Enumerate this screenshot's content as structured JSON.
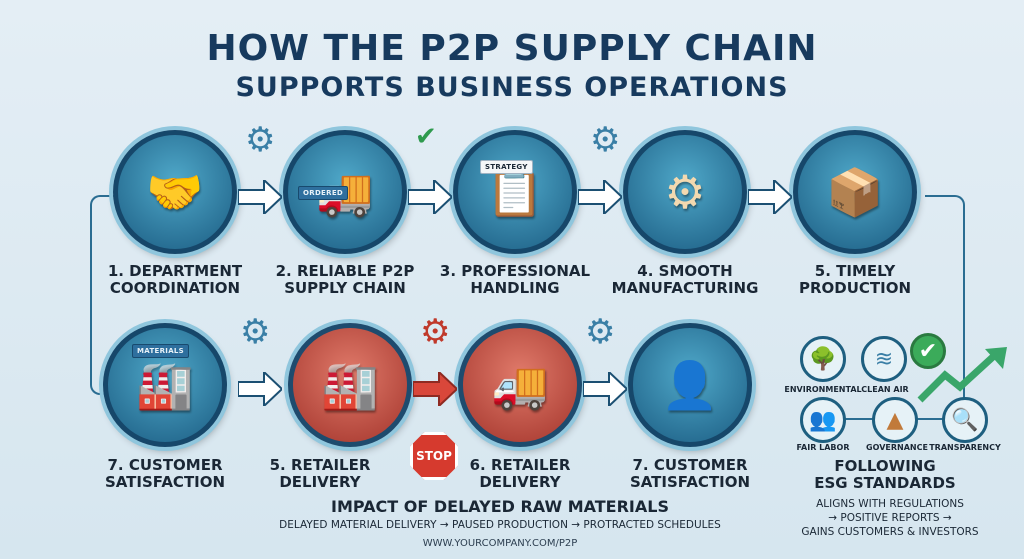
{
  "title": {
    "line1": "HOW THE P2P SUPPLY CHAIN",
    "line2": "SUPPORTS BUSINESS OPERATIONS"
  },
  "top_steps": [
    {
      "label": "1. DEPARTMENT COORDINATION",
      "icon": "handshake-puzzle-icon"
    },
    {
      "label": "2. RELIABLE P2P SUPPLY CHAIN",
      "icon": "container-truck-icon",
      "badge": "ORDERED"
    },
    {
      "label": "3. PROFESSIONAL HANDLING",
      "icon": "strategy-document-icon",
      "badge": "STRATEGY"
    },
    {
      "label": "4. SMOOTH MANUFACTURING",
      "icon": "robot-arm-conveyor-icon"
    },
    {
      "label": "5. TIMELY PRODUCTION",
      "icon": "boxes-calendar-icon"
    }
  ],
  "bottom_steps": [
    {
      "label": "7. CUSTOMER SATISFACTION",
      "icon": "factory-materials-icon",
      "badge": "MATERIALS"
    },
    {
      "label": "5. RETAILER DELIVERY",
      "icon": "factory-funnel-icon"
    },
    {
      "label": "6. RETAILER DELIVERY",
      "icon": "store-truck-icon"
    },
    {
      "label": "7. CUSTOMER SATISFACTION",
      "icon": "customer-rating-icon"
    }
  ],
  "stop_sign": "STOP",
  "impact": {
    "title": "IMPACT OF DELAYED RAW MATERIALS",
    "chain": "DELAYED MATERIAL DELIVERY → PAUSED PRODUCTION → PROTRACTED SCHEDULES"
  },
  "url": "WWW.YOURCOMPANY.COM/P2P",
  "esg": {
    "items": [
      "ENVIRONMENTAL",
      "CLEAN AIR",
      "FAIR LABOR",
      "GOVERNANCE",
      "TRANSPARENCY"
    ],
    "title1": "FOLLOWING",
    "title2": "ESG STANDARDS",
    "line1": "ALIGNS WITH REGULATIONS",
    "line2": "→ POSITIVE REPORTS →",
    "line3": "GAINS CUSTOMERS & INVESTORS"
  },
  "colors": {
    "primary": "#173a5e",
    "circle": "#2a7ca6",
    "delay": "#c0392b",
    "arrow_delay": "#d9473a"
  }
}
